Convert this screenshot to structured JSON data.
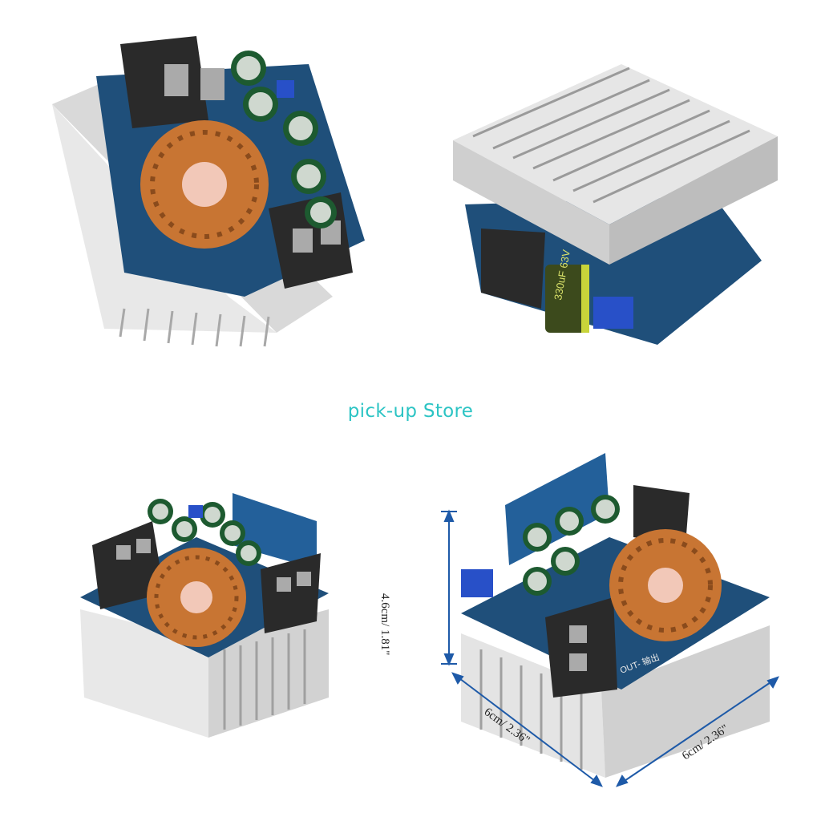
{
  "watermark": "pick-up Store",
  "dimensions": {
    "height": "4.6cm/ 1.81\"",
    "width_left": "6cm/ 2.36\"",
    "width_right": "6cm/ 2.36\""
  },
  "board_labels": {
    "output": "OUT- 输出",
    "capacitor": "330uF 63V"
  },
  "colors": {
    "watermark": "#2cc4c4",
    "pcb": "#1f4f7a",
    "heatsink": "#dcdcdc",
    "copper": "#c87533",
    "arrow": "#1e5aa8"
  }
}
